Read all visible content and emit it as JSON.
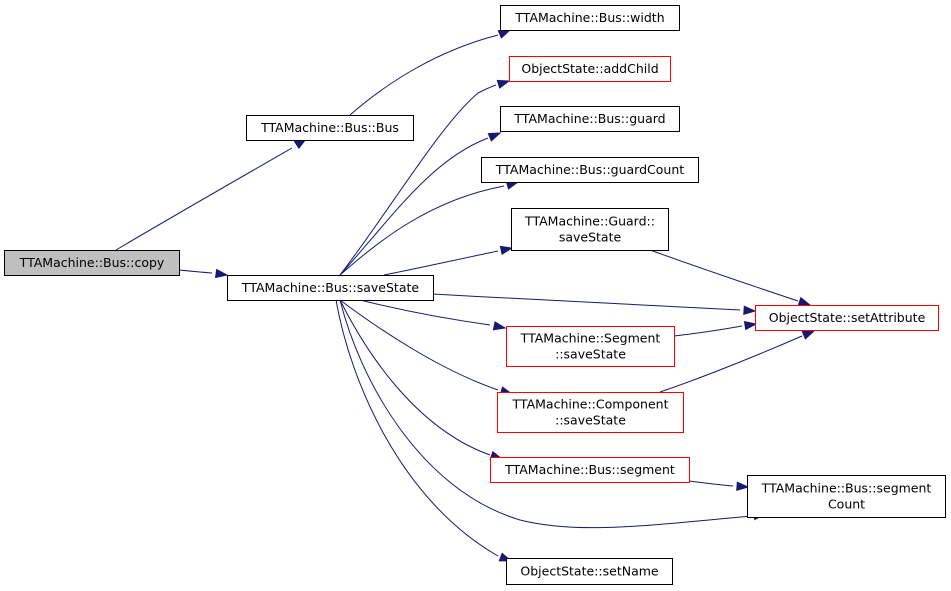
{
  "colors": {
    "edge": "#191970",
    "focus_fill": "#bfbfbf",
    "focus_border": "#000000",
    "plain_border": "#000000",
    "external_border": "#ff0000",
    "node_fill": "#ffffff"
  },
  "nodes": [
    {
      "id": "copy",
      "lines": [
        "TTAMachine::Bus::copy"
      ],
      "kind": "focus"
    },
    {
      "id": "bus_ctor",
      "lines": [
        "TTAMachine::Bus::Bus"
      ],
      "kind": "plain"
    },
    {
      "id": "saveState",
      "lines": [
        "TTAMachine::Bus::saveState"
      ],
      "kind": "plain"
    },
    {
      "id": "width",
      "lines": [
        "TTAMachine::Bus::width"
      ],
      "kind": "plain"
    },
    {
      "id": "addChild",
      "lines": [
        "ObjectState::addChild"
      ],
      "kind": "external"
    },
    {
      "id": "guard",
      "lines": [
        "TTAMachine::Bus::guard"
      ],
      "kind": "plain"
    },
    {
      "id": "guardCount",
      "lines": [
        "TTAMachine::Bus::guardCount"
      ],
      "kind": "plain"
    },
    {
      "id": "guardSave",
      "lines": [
        "TTAMachine::Guard::",
        "saveState"
      ],
      "kind": "plain"
    },
    {
      "id": "setAttribute",
      "lines": [
        "ObjectState::setAttribute"
      ],
      "kind": "external"
    },
    {
      "id": "segSave",
      "lines": [
        "TTAMachine::Segment",
        "::saveState"
      ],
      "kind": "external"
    },
    {
      "id": "compSave",
      "lines": [
        "TTAMachine::Component",
        "::saveState"
      ],
      "kind": "external"
    },
    {
      "id": "segment",
      "lines": [
        "TTAMachine::Bus::segment"
      ],
      "kind": "external"
    },
    {
      "id": "segCount",
      "lines": [
        "TTAMachine::Bus::segment",
        "Count"
      ],
      "kind": "plain"
    },
    {
      "id": "setName",
      "lines": [
        "ObjectState::setName"
      ],
      "kind": "plain"
    }
  ],
  "edges": [
    {
      "from": "copy",
      "to": "bus_ctor"
    },
    {
      "from": "copy",
      "to": "saveState"
    },
    {
      "from": "bus_ctor",
      "to": "width"
    },
    {
      "from": "saveState",
      "to": "addChild"
    },
    {
      "from": "saveState",
      "to": "guard"
    },
    {
      "from": "saveState",
      "to": "guardCount"
    },
    {
      "from": "saveState",
      "to": "guardSave"
    },
    {
      "from": "saveState",
      "to": "setAttribute"
    },
    {
      "from": "saveState",
      "to": "segSave"
    },
    {
      "from": "saveState",
      "to": "compSave"
    },
    {
      "from": "saveState",
      "to": "segment"
    },
    {
      "from": "saveState",
      "to": "segCount"
    },
    {
      "from": "saveState",
      "to": "setName"
    },
    {
      "from": "guardSave",
      "to": "setAttribute"
    },
    {
      "from": "segSave",
      "to": "setAttribute"
    },
    {
      "from": "compSave",
      "to": "setAttribute"
    },
    {
      "from": "segment",
      "to": "segCount"
    }
  ]
}
